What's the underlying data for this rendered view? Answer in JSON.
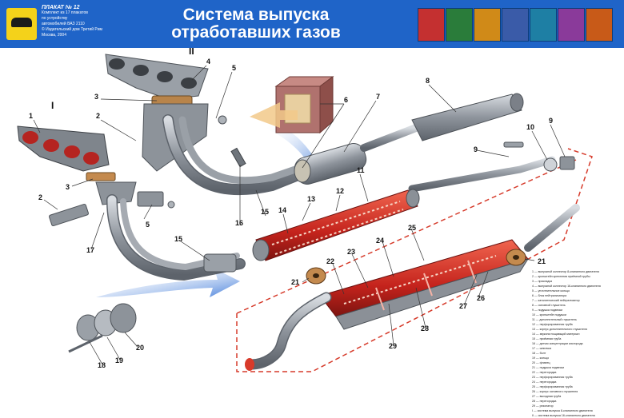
{
  "header": {
    "title_line1": "Система выпуска",
    "title_line2": "отработавших газов",
    "plakat_title": "ПЛАКАТ № 12",
    "plakat_lines": [
      "Комплект из 17 плакатов",
      "по устройству",
      "автомобилей ВАЗ 2110",
      "© Издательский дом Третий Рим",
      "Москва, 2004"
    ],
    "thumbnails": [
      "#c43030",
      "#2a7c3a",
      "#d08a18",
      "#3a5ba8",
      "#1e7fa4",
      "#8a3a9a",
      "#c85a18"
    ]
  },
  "labels": [
    "1",
    "2",
    "3",
    "4",
    "5",
    "6",
    "7",
    "8",
    "9",
    "10",
    "11",
    "12",
    "13",
    "14",
    "15",
    "16",
    "17",
    "18",
    "19",
    "20",
    "21",
    "22",
    "23",
    "24",
    "25",
    "26",
    "27",
    "28",
    "29",
    "I",
    "II"
  ],
  "legend_items": [
    "1 — выпускной коллектор 8-клапанного двигателя",
    "2 — кронштейн крепления приёмной трубы",
    "3 — прокладка",
    "4 — выпускной коллектор 16-клапанного двигателя",
    "5 — уплотнительное кольцо",
    "6 — блок нейтрализатора",
    "7 — каталитический нейтрализатор",
    "8 — основной глушитель",
    "9 — подушка подвески",
    "10 — кронштейн подушки",
    "11 — дополнительный глушитель",
    "12 — перфорированная труба",
    "13 — корпус дополнительного глушителя",
    "14 — звукопоглощающий материал",
    "15 — приёмная труба",
    "16 — датчик концентрации кислорода",
    "17 — шпилька",
    "18 — болт",
    "19 — кольцо",
    "20 — фланец",
    "21 — подушка подвески",
    "22 — перегородка",
    "23 — перфорированная труба",
    "24 — перегородка",
    "25 — перфорированная труба",
    "26 — корпус основного глушителя",
    "27 — выходная труба",
    "28 — перегородка",
    "29 — резонатор",
    "I — система выпуска 8-клапанного двигателя",
    "II — система выпуска 16-клапанного двигателя"
  ],
  "colors": {
    "header": "#1f64c8",
    "pipe": "#a6abb2",
    "cutaway": "#cc2a24",
    "dashed": "#d63a2a"
  }
}
